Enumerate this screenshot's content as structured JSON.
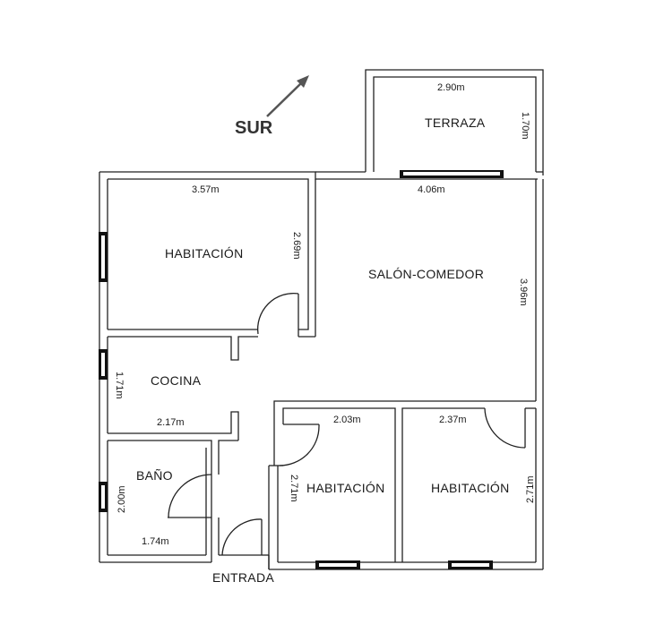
{
  "compass": {
    "label": "SUR",
    "icon": "north-arrow-icon"
  },
  "rooms": {
    "terraza": {
      "name": "TERRAZA",
      "width": "2.90m",
      "depth": "1.70m"
    },
    "salon": {
      "name": "SALÓN-COMEDOR",
      "width": "4.06m",
      "depth": "3.96m"
    },
    "habitacion_1": {
      "name": "HABITACIÓN",
      "width": "3.57m",
      "depth": "2.69m"
    },
    "cocina": {
      "name": "COCINA",
      "width": "2.17m",
      "depth": "1.71m"
    },
    "bano": {
      "name": "BAÑO",
      "width": "1.74m",
      "depth": "2.00m"
    },
    "habitacion_2": {
      "name": "HABITACIÓN",
      "width": "2.03m",
      "depth": "2.71m"
    },
    "habitacion_3": {
      "name": "HABITACIÓN",
      "width": "2.37m",
      "depth": "2.71m"
    }
  },
  "entrance": {
    "label": "ENTRADA"
  },
  "colors": {
    "wall": "#222222",
    "window_fill": "#111111",
    "background": "#ffffff"
  }
}
